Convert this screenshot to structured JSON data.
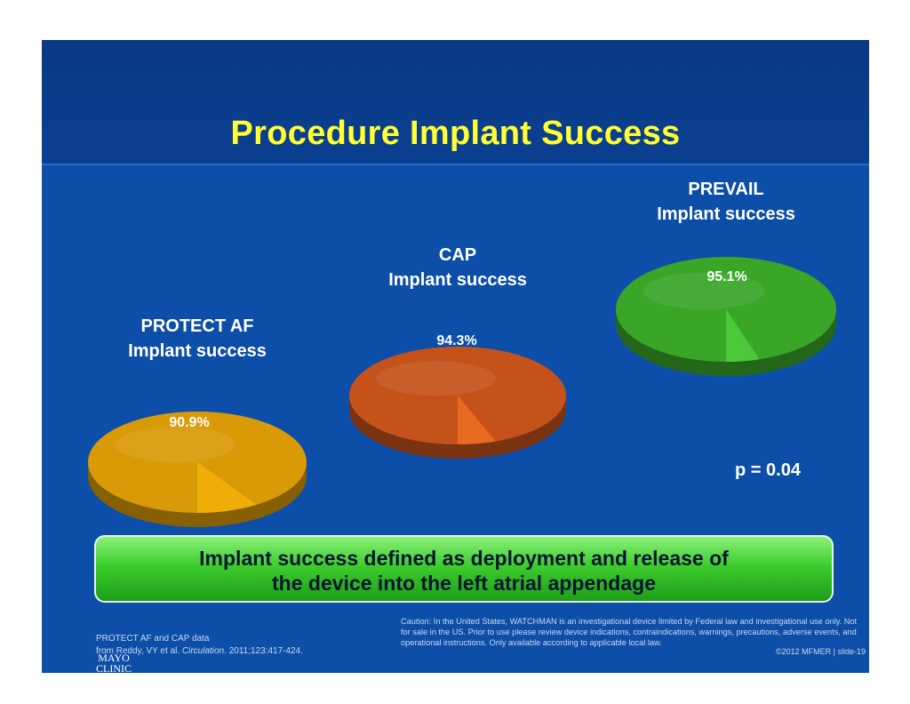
{
  "title": "Procedure Implant Success",
  "chart_data": {
    "type": "pie",
    "charts": [
      {
        "label_line1": "PROTECT AF",
        "label_line2": "Implant success",
        "success_pct": 90.9,
        "data_label": "90.9%",
        "color": "#d99a08",
        "slice_color": "#f0ad08"
      },
      {
        "label_line1": "CAP",
        "label_line2": "Implant success",
        "success_pct": 94.3,
        "data_label": "94.3%",
        "color": "#c5521b",
        "slice_color": "#e86a22"
      },
      {
        "label_line1": "PREVAIL",
        "label_line2": "Implant success",
        "success_pct": 95.1,
        "data_label": "95.1%",
        "color": "#3aa628",
        "slice_color": "#4cc93a"
      }
    ]
  },
  "p_value": "p = 0.04",
  "definition": {
    "line1": "Implant success defined as deployment and release of",
    "line2": "the device into the left atrial appendage"
  },
  "source": {
    "line1": "PROTECT AF and CAP data",
    "line2_prefix": "from Reddy, VY et al. ",
    "journal": "Circulation",
    "line2_suffix": ". 2011;123:417-424."
  },
  "caution": "Caution: In the United States, WATCHMAN is an investigational device limited by Federal law and investigational use only.  Not for sale in the US. Prior to use please review device indications, contraindications, warnings, precautions, adverse events, and operational instructions.  Only available according to applicable local law.",
  "copyright": "©2012 MFMER  |  slide-19",
  "logo": {
    "line1": "MAYO",
    "line2": "CLINIC"
  }
}
